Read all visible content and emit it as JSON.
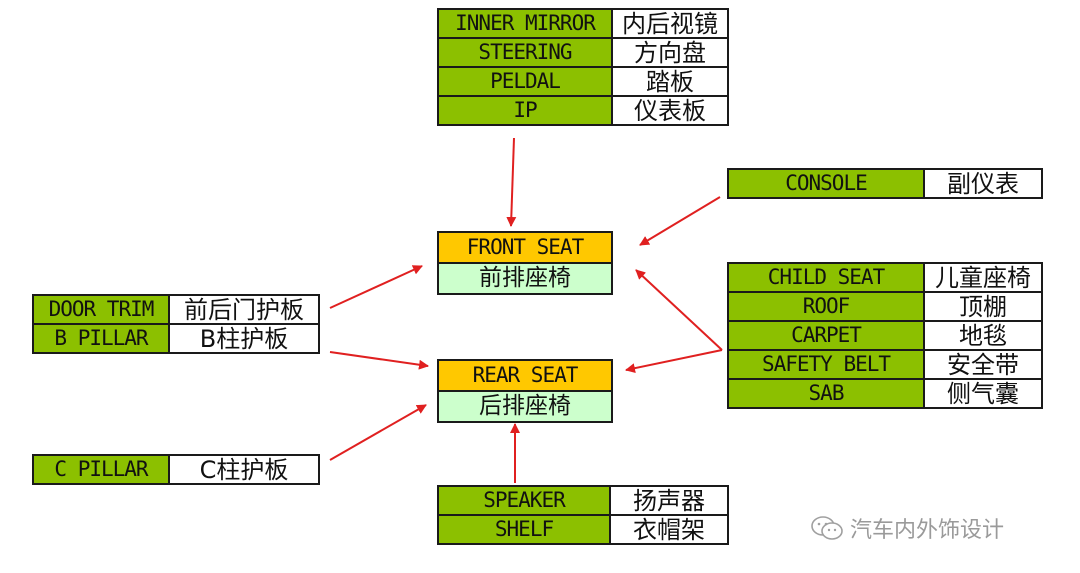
{
  "top_table": [
    {
      "en": "INNER MIRROR",
      "zh": "内后视镜"
    },
    {
      "en": "STEERING",
      "zh": "方向盘"
    },
    {
      "en": "PELDAL",
      "zh": "踏板"
    },
    {
      "en": "IP",
      "zh": "仪表板"
    }
  ],
  "console_table": [
    {
      "en": "CONSOLE",
      "zh": "副仪表"
    }
  ],
  "right_table": [
    {
      "en": "CHILD SEAT",
      "zh": "儿童座椅"
    },
    {
      "en": "ROOF",
      "zh": "顶棚"
    },
    {
      "en": "CARPET",
      "zh": "地毯"
    },
    {
      "en": "SAFETY BELT",
      "zh": "安全带"
    },
    {
      "en": "SAB",
      "zh": "侧气囊"
    }
  ],
  "left_table": [
    {
      "en": "DOOR TRIM",
      "zh": "前后门护板"
    },
    {
      "en": "B PILLAR",
      "zh": "B柱护板"
    }
  ],
  "c_pillar_table": [
    {
      "en": "C PILLAR",
      "zh": "C柱护板"
    }
  ],
  "bottom_table": [
    {
      "en": "SPEAKER",
      "zh": "扬声器"
    },
    {
      "en": "SHELF",
      "zh": "衣帽架"
    }
  ],
  "front_seat": {
    "en": "FRONT SEAT",
    "zh": "前排座椅"
  },
  "rear_seat": {
    "en": "REAR SEAT",
    "zh": "后排座椅"
  },
  "watermark": "汽车内外饰设计",
  "colors": {
    "component": "#8cc000",
    "seat_header": "#ffc800",
    "seat_sub": "#ccffcc",
    "arrow": "#e02020"
  }
}
